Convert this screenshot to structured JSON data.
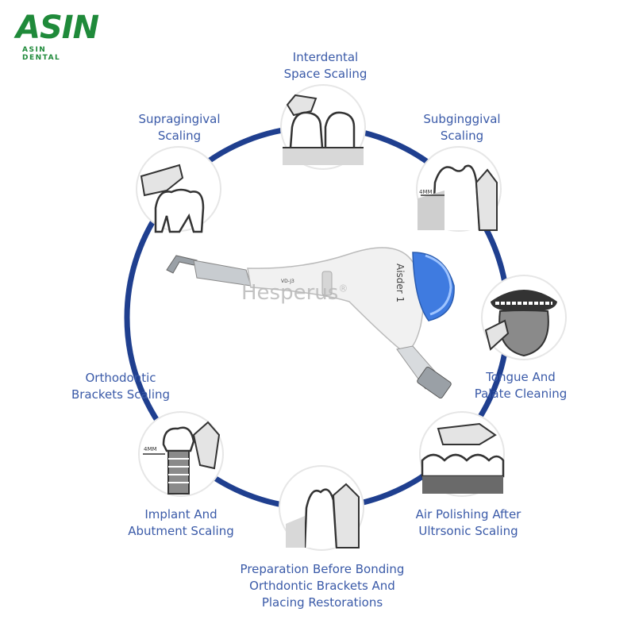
{
  "logo": {
    "text": "ASIN",
    "subtext": "ASIN DENTAL",
    "color": "#1f8a3a"
  },
  "watermark": {
    "text": "Hesperus",
    "mark": "®"
  },
  "device": {
    "model_code": "VD-J3",
    "brand_text": "Aisder 1"
  },
  "ring_color": "#1f3f8f",
  "label_color": "#3a5aa8",
  "procedures": [
    {
      "label": "Interdental\nSpace Scaling",
      "icon": "interdental-teeth-icon"
    },
    {
      "label": "Subginggival\nScaling",
      "icon": "subgingival-tooth-icon"
    },
    {
      "label": "Tongue And\nPalate Cleaning",
      "icon": "tongue-icon"
    },
    {
      "label": "Air Polishing After\nUltrsonic Scaling",
      "icon": "air-polishing-teeth-icon"
    },
    {
      "label": "Preparation Before Bonding\nOrthdontic Brackets And\nPlacing Restorations",
      "icon": "preparation-tooth-icon"
    },
    {
      "label": "Implant And\nAbutment Scaling",
      "icon": "implant-icon"
    },
    {
      "label": "Orthodontic\nBrackets Scaling",
      "icon": "brackets-icon"
    },
    {
      "label": "Supragingival\nScaling",
      "icon": "supragingival-tooth-icon"
    }
  ]
}
